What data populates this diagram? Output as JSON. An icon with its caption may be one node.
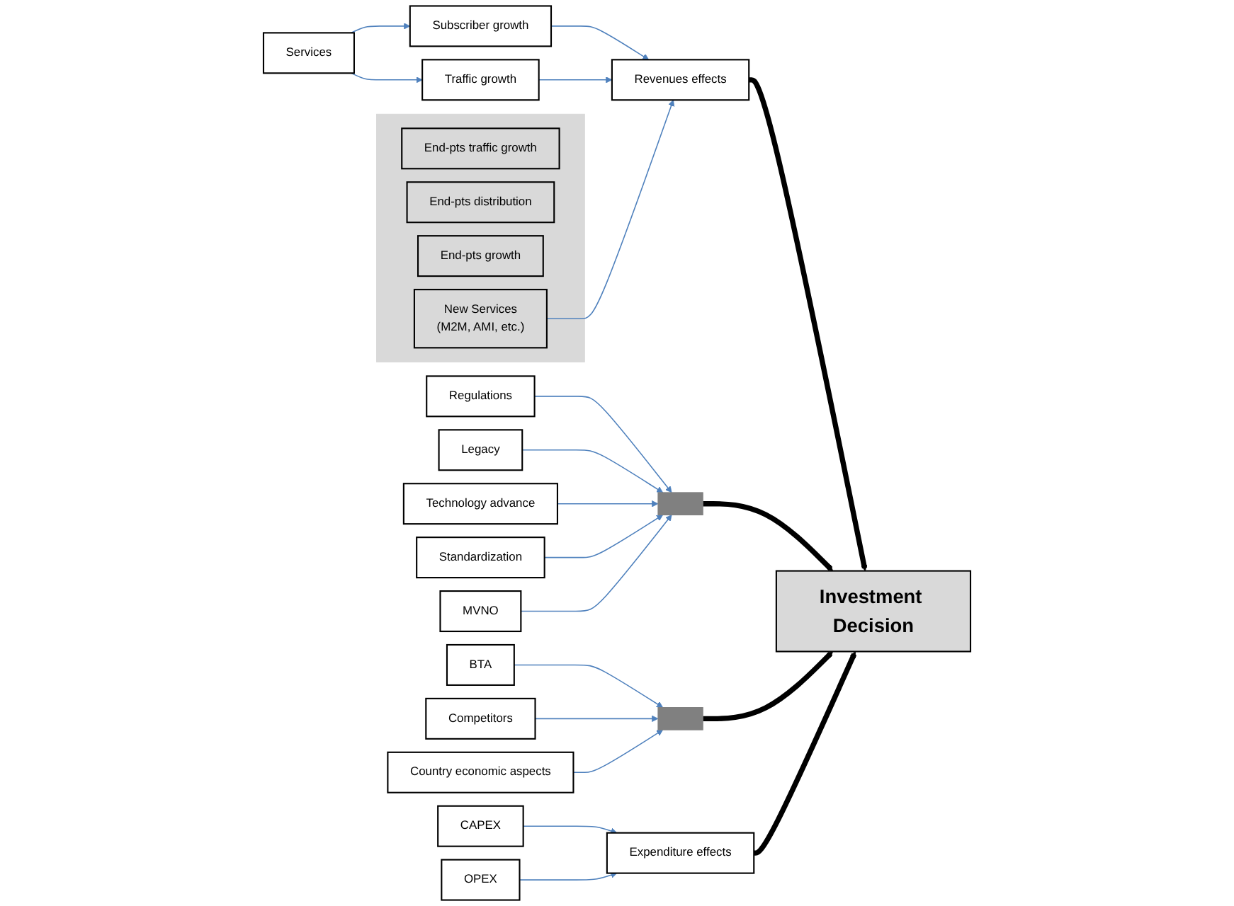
{
  "diagram": {
    "nodes": [
      {
        "text": [
          "Services"
        ]
      },
      {
        "text": [
          "Subscriber growth"
        ]
      },
      {
        "text": [
          "Traffic growth"
        ]
      },
      {
        "text": [],
        "shape": "box"
      },
      {
        "text": [
          "End-pts traffic growth"
        ],
        "in": 3
      },
      {
        "text": [
          "End-pts distribution"
        ],
        "in": 3
      },
      {
        "text": [
          "End-pts growth"
        ],
        "in": 3
      },
      {
        "text": [
          "New Services",
          "(M2M, AMI, etc.)"
        ],
        "in": 3
      },
      {
        "text": [
          "Revenues effects"
        ]
      },
      {
        "text": [],
        "shape": "bar"
      },
      {
        "text": [
          "Regulations"
        ]
      },
      {
        "text": [
          "Legacy"
        ]
      },
      {
        "text": [
          "Technology advance"
        ]
      },
      {
        "text": [
          "Standardization"
        ]
      },
      {
        "text": [
          "MVNO"
        ]
      },
      {
        "text": [
          "Investment Decision"
        ]
      },
      {
        "text": [],
        "shape": "bar"
      },
      {
        "text": [
          "BTA"
        ]
      },
      {
        "text": [
          "Competitors"
        ]
      },
      {
        "text": [
          "Country economic aspects"
        ]
      },
      {
        "text": [
          "Expenditure effects"
        ]
      },
      {
        "text": [
          "CAPEX"
        ]
      },
      {
        "text": [
          "OPEX"
        ]
      }
    ],
    "edges": [
      {
        "from": 0,
        "to": 1,
        "arrow": "to"
      },
      {
        "from": 0,
        "to": 2,
        "arrow": "to"
      },
      {
        "from": 1,
        "to": 8,
        "arrow": "to"
      },
      {
        "from": 2,
        "to": 8,
        "arrow": "to"
      },
      {
        "from": 7,
        "to": 8,
        "arrow": "to"
      },
      {
        "from": 8,
        "to": 15,
        "arrow": "to",
        "style": "thick",
        "color": "#000000"
      },
      {
        "from": 10,
        "to": 9,
        "arrow": "to"
      },
      {
        "from": 11,
        "to": 9,
        "arrow": "to"
      },
      {
        "from": 12,
        "to": 9,
        "arrow": "to"
      },
      {
        "from": 13,
        "to": 9,
        "arrow": "to"
      },
      {
        "from": 14,
        "to": 9,
        "arrow": "to"
      },
      {
        "from": 9,
        "to": 15,
        "arrow": "to",
        "style": "thick",
        "color": "#000000"
      },
      {
        "from": 17,
        "to": 16,
        "arrow": "to"
      },
      {
        "from": 18,
        "to": 16,
        "arrow": "to"
      },
      {
        "from": 19,
        "to": 16,
        "arrow": "to"
      },
      {
        "from": 16,
        "to": 15,
        "arrow": "to",
        "style": "thick",
        "color": "#000000"
      },
      {
        "from": 20,
        "to": 15,
        "arrow": "to",
        "style": "thick",
        "color": "#000000"
      },
      {
        "from": 21,
        "to": 20,
        "arrow": "to"
      },
      {
        "from": 22,
        "to": 20,
        "arrow": "to"
      }
    ]
  }
}
